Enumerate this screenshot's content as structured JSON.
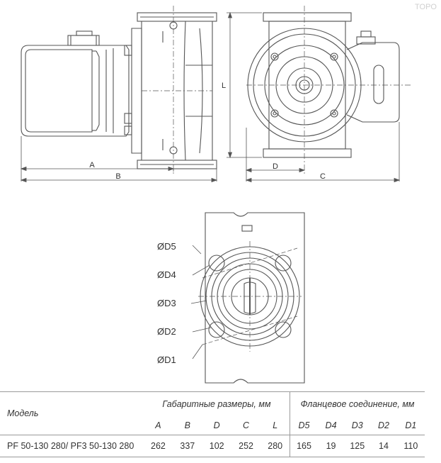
{
  "watermark": "TOPO",
  "labels": {
    "A": "A",
    "B": "B",
    "C": "C",
    "D": "D",
    "L": "L",
    "D5": "ØD5",
    "D4": "ØD4",
    "D3": "ØD3",
    "D2": "ØD2",
    "D1": "ØD1"
  },
  "table": {
    "model_header": "Модель",
    "group_dims": "Габаритные размеры, мм",
    "group_flange": "Фланцевое соединение, мм",
    "dim_columns": [
      "A",
      "B",
      "D",
      "C",
      "L"
    ],
    "flange_columns": [
      "D5",
      "D4",
      "D3",
      "D2",
      "D1"
    ],
    "row": {
      "model": "PF 50-130 280/ PF3 50-130 280",
      "dims": [
        "262",
        "337",
        "102",
        "252",
        "280"
      ],
      "flange": [
        "165",
        "19",
        "125",
        "14",
        "110"
      ]
    }
  }
}
